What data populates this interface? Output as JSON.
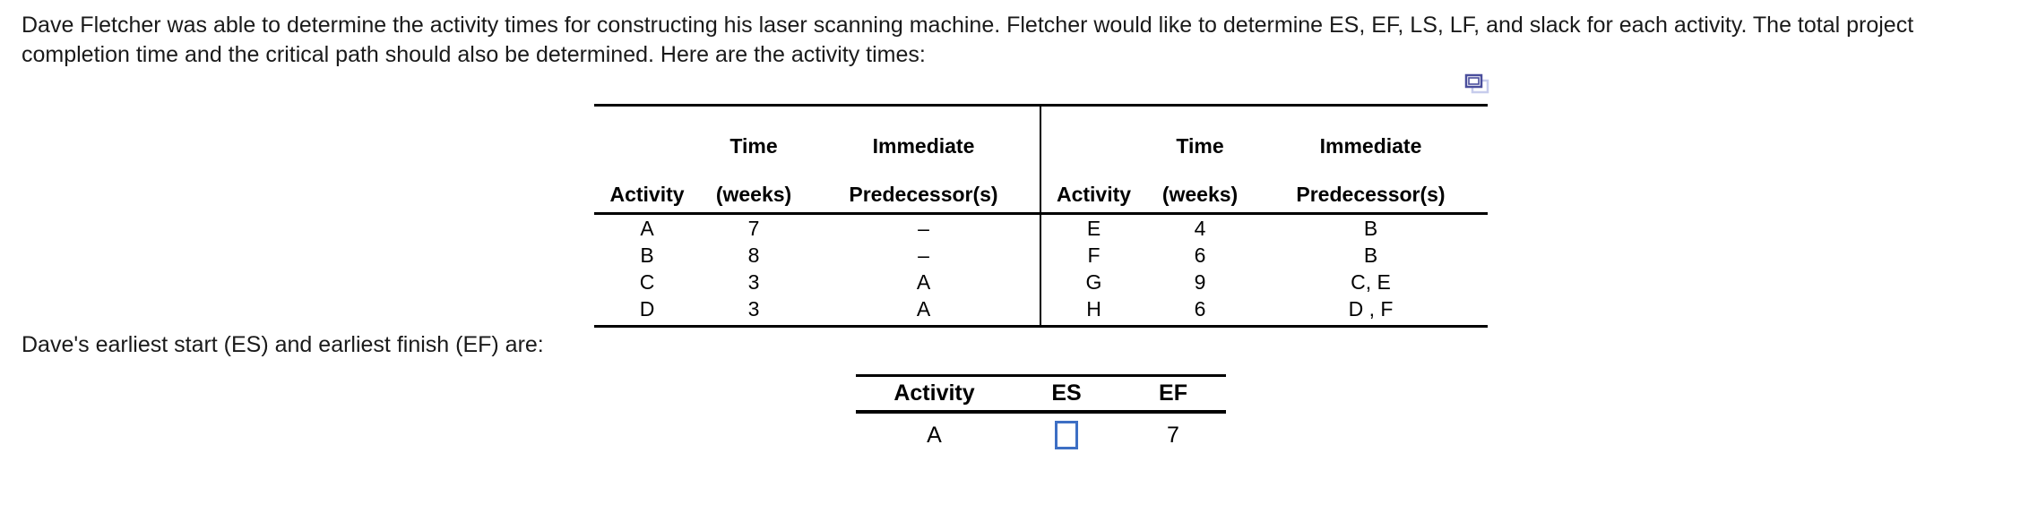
{
  "intro": {
    "text": "Dave Fletcher was able to determine the activity times for constructing his laser scanning machine. Fletcher would like to determine ES, EF, LS, LF, and slack for each activity. The total project completion time and the critical path should also be determined. Here are the activity times:"
  },
  "icons": {
    "copy_icon": "copy-windows-icon"
  },
  "activity_table": {
    "headers_left": {
      "activity": "Activity",
      "time_line1": "Time",
      "time_line2": "(weeks)",
      "pred_line1": "Immediate",
      "pred_line2": "Predecessor(s)"
    },
    "headers_right": {
      "activity": "Activity",
      "time_line1": "Time",
      "time_line2": "(weeks)",
      "pred_line1": "Immediate",
      "pred_line2": "Predecessor(s)"
    },
    "rows": [
      {
        "activity_l": "A",
        "time_l": "7",
        "pred_l": "–",
        "activity_r": "E",
        "time_r": "4",
        "pred_r": "B"
      },
      {
        "activity_l": "B",
        "time_l": "8",
        "pred_l": "–",
        "activity_r": "F",
        "time_r": "6",
        "pred_r": "B"
      },
      {
        "activity_l": "C",
        "time_l": "3",
        "pred_l": "A",
        "activity_r": "G",
        "time_r": "9",
        "pred_r": "C, E"
      },
      {
        "activity_l": "D",
        "time_l": "3",
        "pred_l": "A",
        "activity_r": "H",
        "time_r": "6",
        "pred_r": "D , F"
      }
    ]
  },
  "prompt2": {
    "text": "Dave's earliest start (ES) and earliest finish (EF) are:"
  },
  "answer_table": {
    "headers": {
      "activity": "Activity",
      "es": "ES",
      "ef": "EF"
    },
    "rows": [
      {
        "activity": "A",
        "es_value": "",
        "ef_value": "7"
      }
    ]
  },
  "colors": {
    "input_border": "#3d6fc4",
    "icon_dark": "#4a4e9c",
    "icon_light": "#c7ccec",
    "text": "#1a1a1a"
  }
}
